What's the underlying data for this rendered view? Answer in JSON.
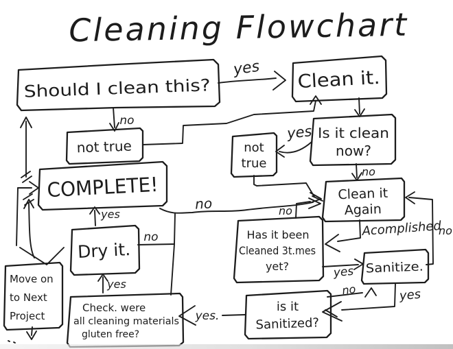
{
  "title": "Cleaning Flowchart",
  "ink_color": "#1c1c1c",
  "background": "#ffffff",
  "nodes": {
    "should": {
      "label": "Should I clean this?"
    },
    "clean_it": {
      "label": "Clean it."
    },
    "not_true_1": {
      "label": "not true"
    },
    "is_it_clean": {
      "line1": "Is it clean",
      "line2": "now?"
    },
    "not_true_2": {
      "line1": "not",
      "line2": "true"
    },
    "complete": {
      "label": "COMPLETE!"
    },
    "clean_it_again": {
      "line1": "Clean it",
      "line2": "Again"
    },
    "dry_it": {
      "label": "Dry it."
    },
    "has_it_been": {
      "line1": "Has it been",
      "line2": "Cleaned 3t.mes",
      "line3": "yet?"
    },
    "sanitize": {
      "label": "Sanitize."
    },
    "is_it_sanitized": {
      "line1": "is it",
      "line2": "Sanitized?"
    },
    "check_materials": {
      "line1": "Check. were",
      "line2": "all cleaning materials",
      "line3": "gluten free?"
    },
    "move_on": {
      "line1": "Move on",
      "line2": "to Next",
      "line3": "Project"
    }
  },
  "labels": {
    "yes_should_to_clean": "yes",
    "no_should_to_nottrue": "no",
    "yes_isclean_to_nottrue": "yes",
    "no_isclean_to_again": "no",
    "no_long_to_again": "no",
    "no_hasbeen_to_again": "no",
    "no_dry": "no",
    "yes_dry_to_complete": "yes",
    "yes_check_to_dry": "yes",
    "yes_sanitized_to_check": "yes.",
    "accomplished": "Acomplished",
    "no_right_loop": "no",
    "yes_hasbeen_to_sanitize": "yes",
    "no_sanitized_to_sanitize": "no",
    "yes_sanitize_to_sanitized": "yes"
  }
}
